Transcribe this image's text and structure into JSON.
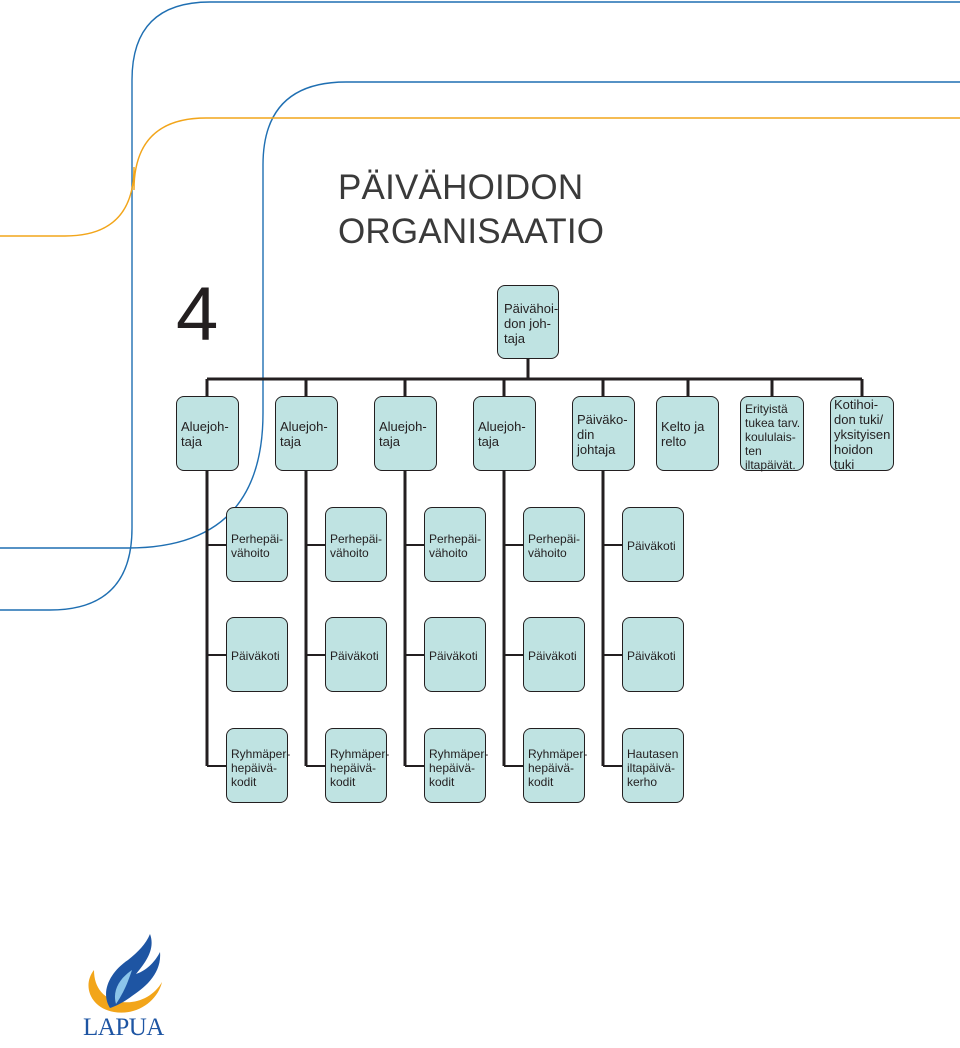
{
  "page": {
    "title_line1": "PÄIVÄHOIDON",
    "title_line2": "ORGANISAATIO",
    "number": "4"
  },
  "org_chart": {
    "root": "Päivähoi-\ndon joh-\ntaja",
    "level1": [
      "Aluejoh-\ntaja",
      "Aluejoh-\ntaja",
      "Aluejoh-\ntaja",
      "Aluejoh-\ntaja",
      "Päiväko-\ndin\njohtaja",
      "Kelto ja\nrelto",
      "Erityistä\ntukea tarv.\nkoululais-\nten\niltapäivät.",
      "Kotihoi-\ndon tuki/\nyksityisen\nhoidon\ntuki"
    ],
    "level2": [
      "Perhepäi-\nvähoito",
      "Perhepäi-\nvähoito",
      "Perhepäi-\nvähoito",
      "Perhepäi-\nvähoito",
      "Päiväkoti"
    ],
    "level3": [
      "Päiväkoti",
      "Päiväkoti",
      "Päiväkoti",
      "Päiväkoti",
      "Päiväkoti"
    ],
    "level4": [
      "Ryhmäper-\nhepäivä-\nkodit",
      "Ryhmäper-\nhepäivä-\nkodit",
      "Ryhmäper-\nhepäivä-\nkodit",
      "Ryhmäper-\nhepäivä-\nkodit",
      "Hautasen\niltapäivä-\nkerho"
    ]
  },
  "logo": {
    "text": "LAPUA"
  },
  "colors": {
    "box_fill": "#bfe3e2",
    "line": "#231f20",
    "decor_blue": "#1f6fb2",
    "decor_orange": "#f2a51a",
    "logo_blue": "#1e55a3"
  }
}
